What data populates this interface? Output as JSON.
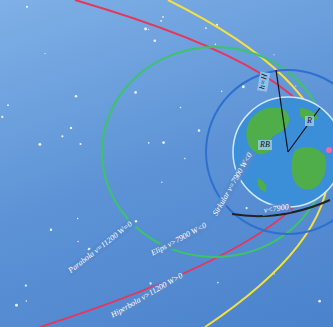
{
  "diagram": {
    "labels": [
      "h=H",
      "R",
      "RB",
      "Sirkular v=7900 W<0",
      "v<7900",
      "Elips v>7900 W<0",
      "Parabola v=11200 W=0",
      "Hiperbola v>11200 W>0"
    ]
  }
}
